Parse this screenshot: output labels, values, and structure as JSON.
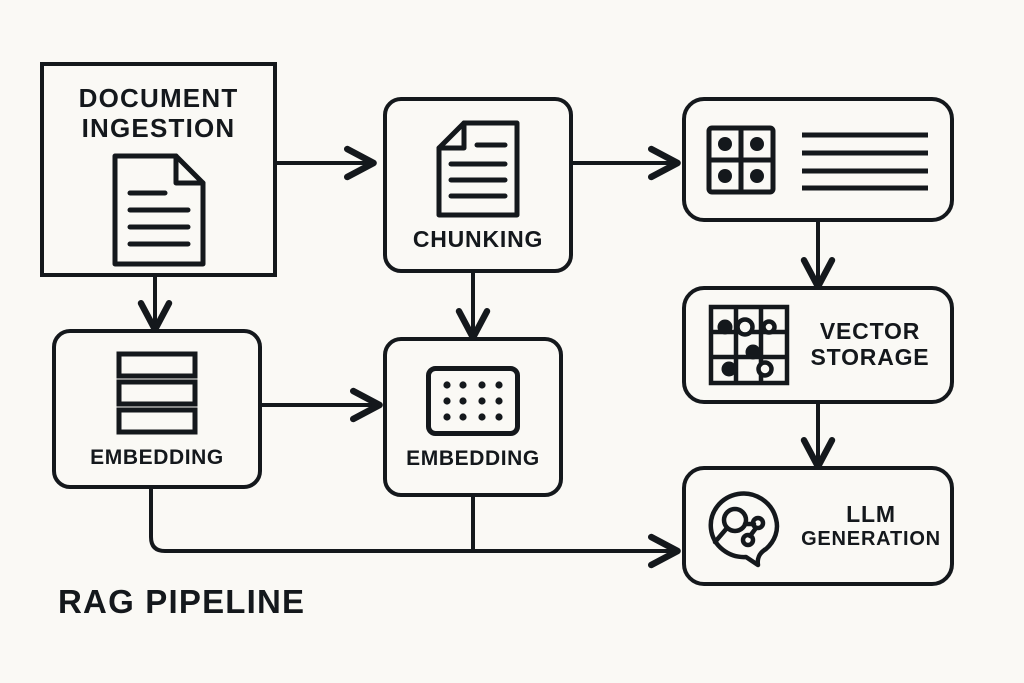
{
  "diagram": {
    "title": "RAG PIPELINE",
    "background_color": "#faf9f5",
    "ink_color": "#14181c",
    "type": "flowchart"
  },
  "nodes": {
    "document_ingestion": {
      "label_line1": "DOCUMENT",
      "label_line2": "INGESTION",
      "icon": "document-icon",
      "shape": "square",
      "icon_detail": "page with folded top-right corner and 5 text lines"
    },
    "chunking": {
      "label": "CHUNKING",
      "icon": "document-chunk-icon",
      "shape": "rounded",
      "icon_detail": "page with folded top-left corner and 4 text lines"
    },
    "indexed_chunks": {
      "label": "",
      "icon": "grid-dots-lines-icon",
      "shape": "rounded",
      "icon_detail": "2x2 grid of filled dots beside 4 horizontal lines"
    },
    "embedding_left": {
      "label": "EMBEDDING",
      "icon": "layer-stack-icon",
      "shape": "rounded",
      "icon_detail": "stack of three horizontal slabs"
    },
    "embedding_center": {
      "label": "EMBEDDING",
      "icon": "dot-matrix-icon",
      "shape": "rounded",
      "icon_detail": "rounded rectangle containing a 4x3 matrix of dots"
    },
    "vector_storage": {
      "label_line1": "VECTOR",
      "label_line2": "STORAGE",
      "icon": "vector-grid-icon",
      "shape": "rounded",
      "icon_detail": "3x3 grid with filled and hollow nodes"
    },
    "llm_generation": {
      "label_line1": "LLM",
      "label_line2": "GENERATION",
      "icon": "speech-bubble-search-network-icon",
      "shape": "rounded",
      "icon_detail": "speech bubble with magnifying glass and connected nodes"
    }
  },
  "edges": [
    {
      "name": "document-ingestion-to-chunking",
      "from": "document_ingestion",
      "to": "chunking",
      "direction": "right"
    },
    {
      "name": "document-ingestion-to-embedding-left",
      "from": "document_ingestion",
      "to": "embedding_left",
      "direction": "down"
    },
    {
      "name": "chunking-to-indexed-chunks",
      "from": "chunking",
      "to": "indexed_chunks",
      "direction": "right"
    },
    {
      "name": "chunking-to-embedding-center",
      "from": "chunking",
      "to": "embedding_center",
      "direction": "down"
    },
    {
      "name": "embedding-left-to-embedding-center",
      "from": "embedding_left",
      "to": "embedding_center",
      "direction": "right"
    },
    {
      "name": "indexed-chunks-to-vector-storage",
      "from": "indexed_chunks",
      "to": "vector_storage",
      "direction": "down"
    },
    {
      "name": "vector-storage-to-llm-generation",
      "from": "vector_storage",
      "to": "llm_generation",
      "direction": "down"
    },
    {
      "name": "embedding-left-to-llm-generation",
      "from": "embedding_left",
      "to": "llm_generation",
      "direction": "right-elbow"
    },
    {
      "name": "embedding-center-to-llm-bus",
      "from": "embedding_center",
      "to": "llm_generation",
      "direction": "down-join"
    }
  ]
}
